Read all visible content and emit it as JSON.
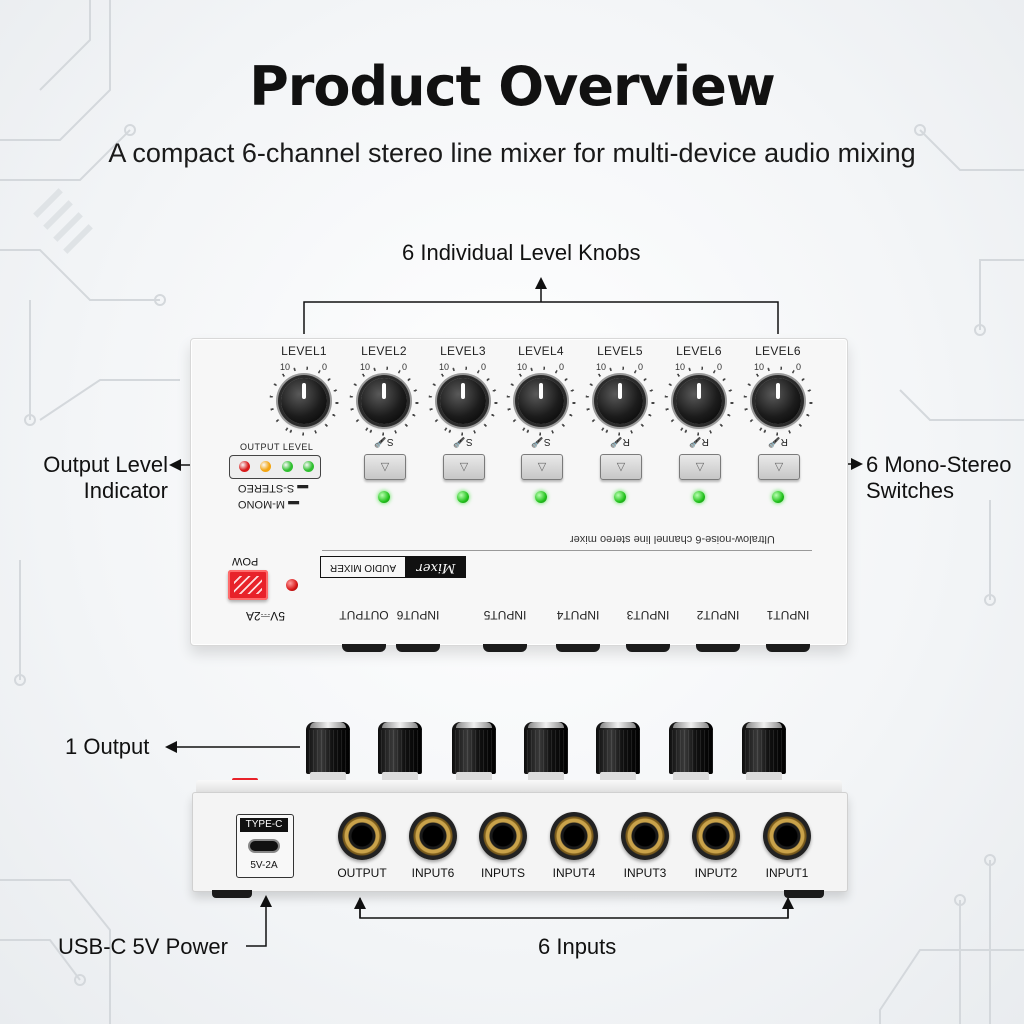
{
  "title": "Product Overview",
  "subtitle": "A compact 6-channel stereo line mixer for multi-device audio mixing",
  "callouts": {
    "knobs": "6 Individual Level Knobs",
    "output_level": "Output Level\nIndicator",
    "switches": "6 Mono-Stereo\nSwitches",
    "output": "1 Output",
    "usbc": "USB-C 5V Power",
    "inputs": "6 Inputs"
  },
  "panel": {
    "level_labels": [
      "LEVEL1",
      "LEVEL2",
      "LEVEL3",
      "LEVEL4",
      "LEVEL5",
      "LEVEL6",
      "LEVEL6"
    ],
    "scale_min": "10",
    "scale_max": "0",
    "output_level_label": "OUTPUT LEVEL",
    "mode_stereo": "S-STEREO",
    "mode_mono": "M-MONO",
    "product_desc": "Ultralow-noise-6 channel line stereo mixer",
    "brand": "Mixer",
    "brand_tag": "AUDIO MIXER",
    "pow_label": "POW",
    "power_rating": "5V⎓2A",
    "port_labels": [
      "OUTPUT",
      "INPUT6",
      "INPUT5",
      "INPUT4",
      "INPUT3",
      "INPUT2",
      "INPUT1"
    ],
    "led_colors": [
      "#d81b1b",
      "#f3a512",
      "#2fbf2f",
      "#2fbf2f"
    ]
  },
  "rear": {
    "typec_label": "TYPE-C",
    "typec_rating": "5V-2A",
    "jack_labels": [
      "OUTPUT",
      "INPUT6",
      "INPUTS",
      "INPUT4",
      "INPUT3",
      "INPUT2",
      "INPUT1"
    ]
  }
}
